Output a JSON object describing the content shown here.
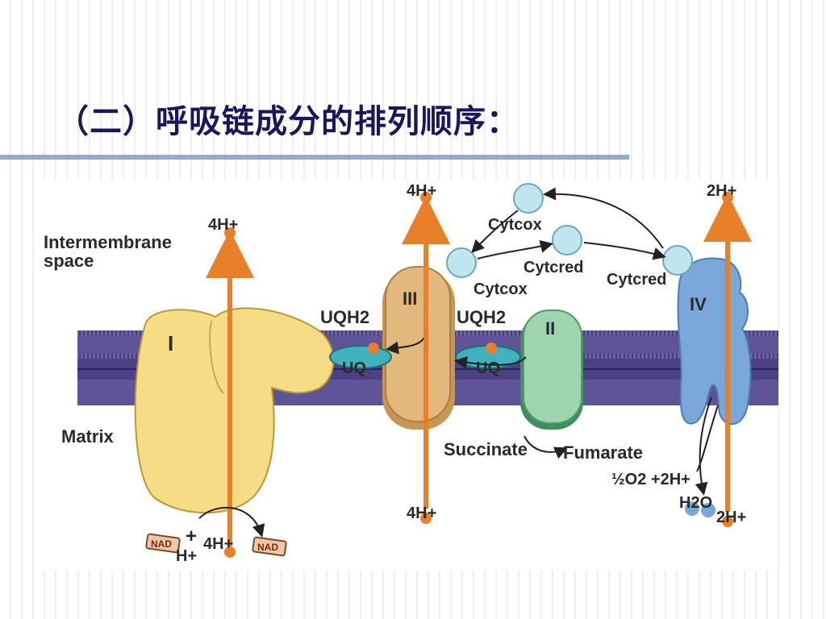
{
  "slide": {
    "title": "（二）呼吸链成分的排列顺序："
  },
  "diagram": {
    "regions": {
      "intermembrane_1": "Intermembrane",
      "intermembrane_2": "space",
      "matrix": "Matrix"
    },
    "complexes": {
      "I": "I",
      "III": "III",
      "II": "II",
      "IV": "IV"
    },
    "proton_labels": {
      "c1_top": "4H+",
      "c1_bottom": "4H+",
      "c3_top": "4H+",
      "c3_bottom": "4H+",
      "c4_top": "2H+",
      "c4_bottom": "2H+",
      "h_plus": "H+",
      "plus": "+"
    },
    "quinones": {
      "uqh2_left": "UQH2",
      "uq_left": "UQ",
      "uqh2_right": "UQH2",
      "uq_right": "UQ"
    },
    "cytochromes": {
      "cytc_ox_top": "Cytcox",
      "cytc_red_mid": "Cytcred",
      "cytc_ox_left": "Cytcox",
      "cytc_red_right": "Cytcred"
    },
    "substrates": {
      "nad_left": "NAD",
      "nad_right": "NAD",
      "succinate": "Succinate",
      "fumarate": "Fumarate",
      "oxygen_reaction": "½O2 +2H+",
      "water": "H2O"
    },
    "colors": {
      "complex_I": "#f7dc86",
      "complex_III": "#e2b87c",
      "complex_II": "#9fd4b0",
      "complex_IV": "#7aa7da",
      "membrane": "#5e5496",
      "proton_arrow": "#e8802a",
      "cytochrome_c": "#bfe6ef",
      "quinone": "#3fb2bd"
    }
  }
}
